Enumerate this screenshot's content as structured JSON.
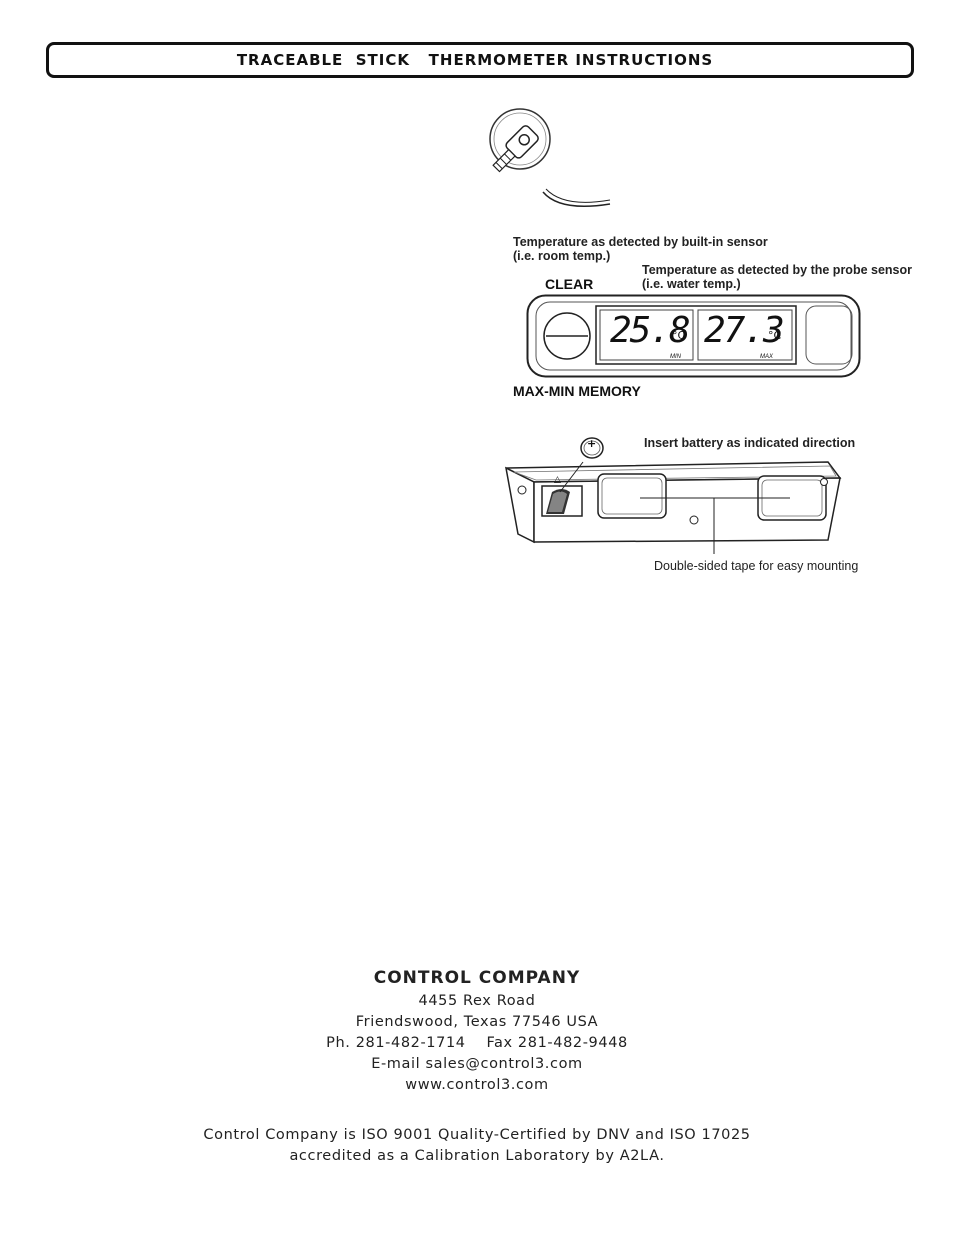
{
  "header": {
    "title": "TRACEABLE  STICK   THERMOMETER INSTRUCTIONS"
  },
  "diagram": {
    "sensor_label_line1": "Temperature as detected by built-in sensor",
    "sensor_label_line2": "(i.e. room temp.)",
    "probe_label_line1": "Temperature as detected by the probe sensor",
    "probe_label_line2": "(i.e. water temp.)",
    "clear_label": "CLEAR",
    "display_left_value": "25.8",
    "display_left_unit": "°C",
    "display_right_value": "27.3",
    "display_right_unit": "°C",
    "display_min_label": "MIN",
    "display_max_label": "MAX",
    "memory_label": "MAX-MIN MEMORY",
    "battery_label": "Insert battery as indicated direction",
    "battery_polarity": "+",
    "tape_label": "Double-sided tape for easy mounting"
  },
  "company": {
    "name": "CONTROL COMPANY",
    "address_line1": "4455 Rex Road",
    "address_line2": "Friendswood, Texas 77546 USA",
    "phone_line": "Ph. 281-482-1714    Fax 281-482-9448",
    "email_line": "E-mail sales@control3.com",
    "website": "www.control3.com"
  },
  "certification": {
    "line1": "Control Company is ISO 9001 Quality-Certified by DNV and ISO 17025",
    "line2": "accredited as a Calibration Laboratory by A2LA."
  }
}
